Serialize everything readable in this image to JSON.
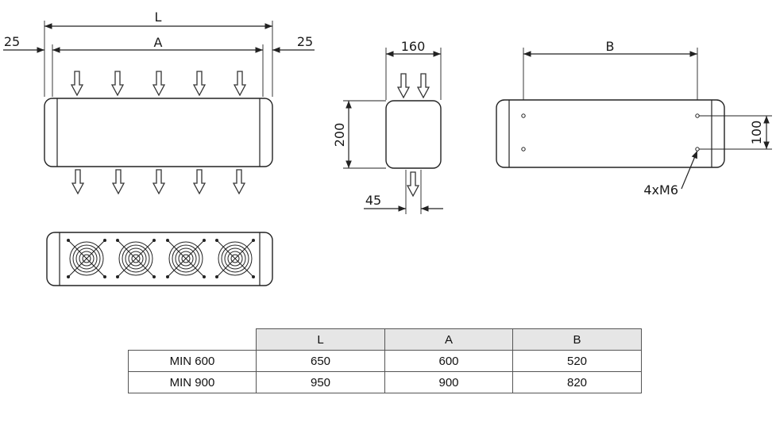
{
  "front_view": {
    "dim_overall_label": "L",
    "dim_inner_label": "A",
    "dim_left_margin": "25",
    "dim_right_margin": "25"
  },
  "side_view": {
    "dim_width": "160",
    "dim_height": "200",
    "dim_outlet": "45"
  },
  "back_view": {
    "dim_hole_spacing_label": "B",
    "dim_hole_vertical": "100",
    "hole_callout": "4xM6"
  },
  "table": {
    "headers": [
      "",
      "L",
      "A",
      "B"
    ],
    "rows": [
      [
        "MIN 600",
        "650",
        "600",
        "520"
      ],
      [
        "MIN 900",
        "950",
        "900",
        "820"
      ]
    ]
  }
}
